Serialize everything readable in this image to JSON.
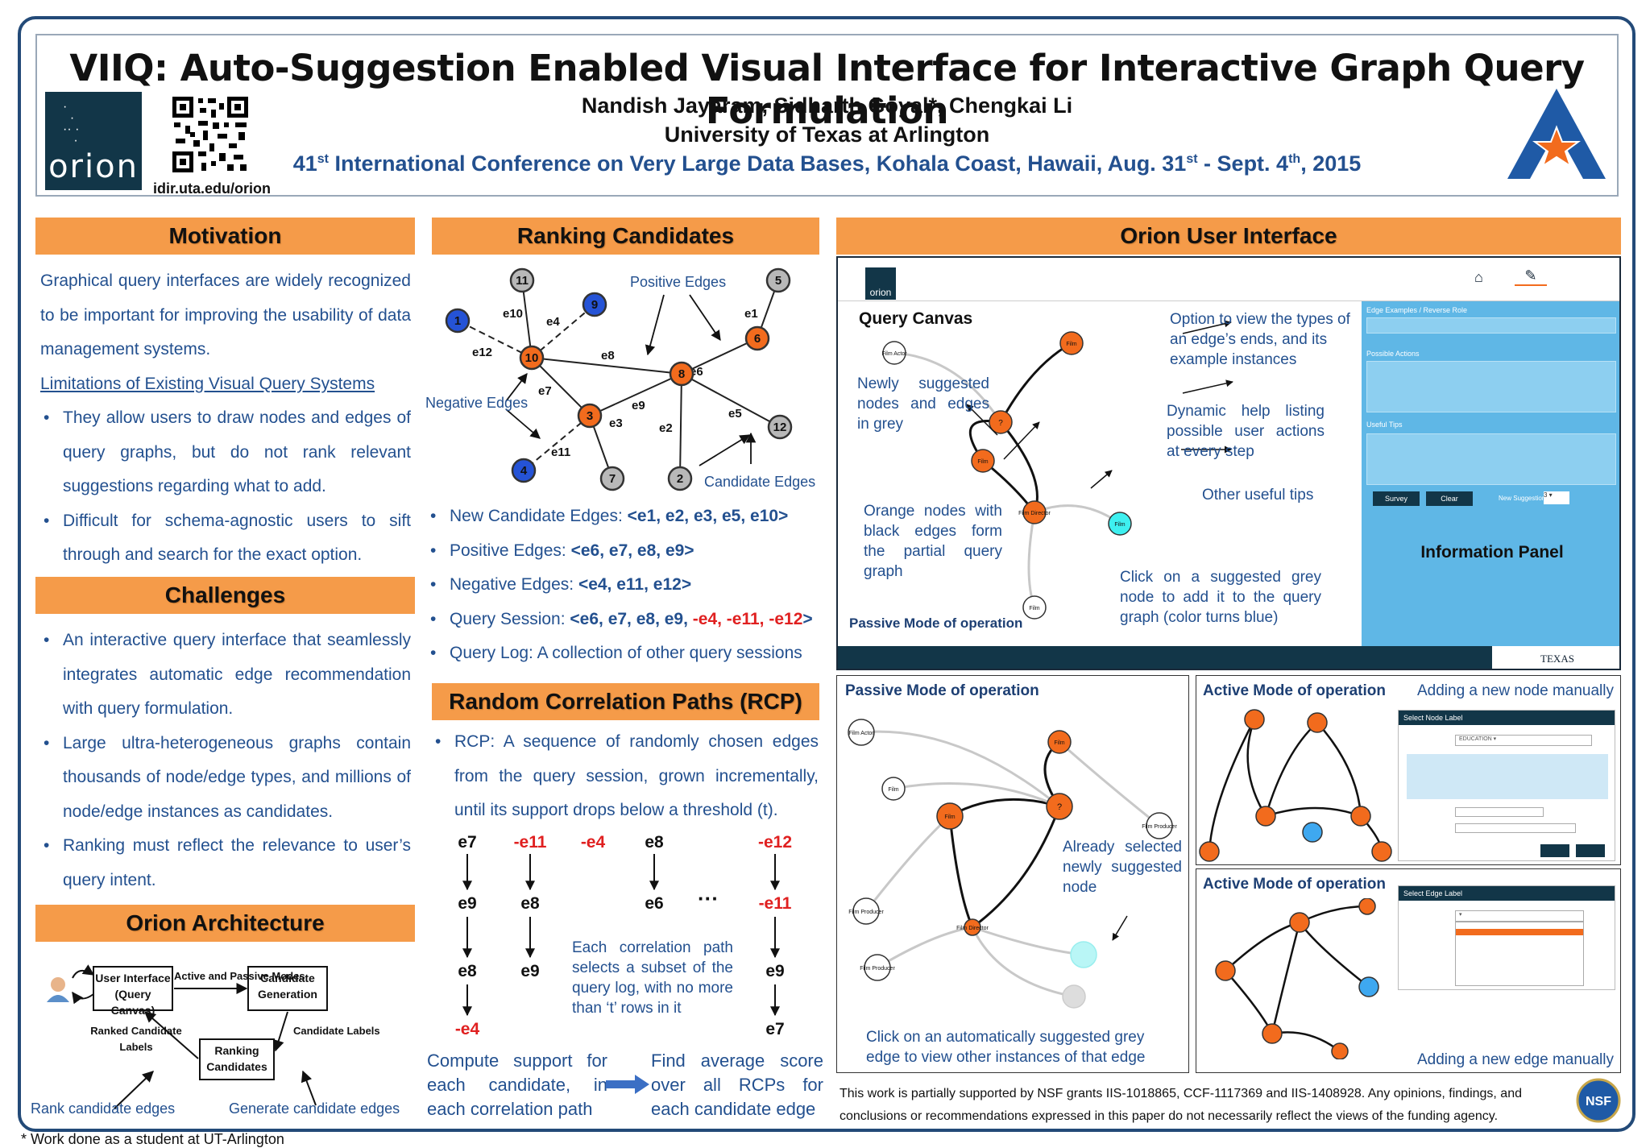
{
  "header": {
    "title": "VIIQ: Auto-Suggestion Enabled Visual Interface for Interactive Graph Query Formulation",
    "authors": "Nandish Jayaram, Sidharth Goyal*, Chengkai Li",
    "affiliation": "University of Texas at Arlington",
    "conference_pre": "41",
    "conference_sup1": "st",
    "conference_mid": " International Conference on Very Large Data Bases, Kohala Coast, Hawaii, Aug. 31",
    "conference_sup2": "st",
    "conference_mid2": " - Sept. 4",
    "conference_sup3": "th",
    "conference_post": ", 2015",
    "logo_text": "orion",
    "qr_url": "idir.uta.edu/orion"
  },
  "motivation": {
    "heading": "Motivation",
    "intro": "Graphical query interfaces are widely recognized to be important for improving the usability of data management systems.",
    "subheading": "Limitations of Existing Visual Query Systems",
    "bullets": [
      "They allow users to draw nodes and edges of query graphs, but do not rank relevant suggestions regarding what to add.",
      "Difficult for schema-agnostic users to sift through and search for the exact option."
    ]
  },
  "challenges": {
    "heading": "Challenges",
    "bullets": [
      "An interactive query interface that seamlessly integrates automatic edge recommendation with query formulation.",
      "Large ultra-heterogeneous graphs contain thousands of node/edge types, and millions of node/edge instances as candidates.",
      "Ranking must reflect the relevance to user’s query intent."
    ]
  },
  "architecture": {
    "heading": "Orion Architecture",
    "box1": "User Interface (Query Canvas)",
    "box2": "Candidate Generation",
    "box3": "Ranking Candidates",
    "label_modes": "Active and Passive Modes",
    "label_ranked": "Ranked Candidate Labels",
    "label_candidate": "Candidate Labels",
    "note_left": "Rank candidate edges",
    "note_right": "Generate candidate edges"
  },
  "ranking": {
    "heading": "Ranking Candidates",
    "graph_labels": {
      "positive": "Positive Edges",
      "negative": "Negative Edges",
      "candidate": "Candidate Edges"
    },
    "bullets": [
      {
        "label": "New Candidate Edges: ",
        "value": "<e1, e2, e3, e5, e10>"
      },
      {
        "label": "Positive Edges: ",
        "value": "<e6, e7, e8, e9>"
      },
      {
        "label": "Negative Edges: ",
        "value": "<e4, e11, e12>"
      },
      {
        "label": "Query Log: A collection of other query sessions",
        "value": ""
      }
    ],
    "session_label": "Query Session: ",
    "session_pos": "<e6, e7, e8, e9, ",
    "session_neg": "-e4, -e11, -e12",
    "session_end": ">"
  },
  "rcp": {
    "heading": "Random Correlation Paths (RCP)",
    "definition": "RCP: A sequence of randomly chosen edges from the query session, grown incrementally, until its support drops below a threshold (t).",
    "note": "Each correlation path selects a subset of the query log, with no more than ‘t’ rows in it",
    "compute": "Compute support for each candidate, in each correlation path",
    "find": "Find average score over all RCPs for each candidate edge",
    "ellipsis": "···"
  },
  "orion_ui": {
    "heading": "Orion User Interface",
    "query_canvas": "Query Canvas",
    "passive_mode": "Passive Mode of operation",
    "info_panel": "Information Panel",
    "note_grey": "Newly suggested nodes and edges in grey",
    "note_orange": "Orange nodes with black edges form the partial query graph",
    "note_option": "Option to view the types of an edge’s ends, and its example instances",
    "note_dynamic": "Dynamic help listing possible user actions at every step",
    "note_tips": "Other useful tips",
    "note_click": "Click on a suggested grey node to add it to the query graph (color turns blue)",
    "info_h1": "Edge Examples / Reverse Role",
    "info_h2": "Possible Actions",
    "info_h3": "Useful Tips",
    "btn_survey": "Survey",
    "btn_clear": "Clear",
    "new_suggestions": "New Suggestions",
    "uta_footer": "TEXAS"
  },
  "passive_panel": {
    "title": "Passive Mode of operation",
    "note_already": "Already selected newly suggested node",
    "note_click": "Click on an automatically suggested grey edge to view other instances of that edge"
  },
  "active_node": {
    "title": "Active Mode of operation",
    "subtitle": "Adding a new node manually",
    "dialog_title": "Select Node Label"
  },
  "active_edge": {
    "title": "Active Mode of operation",
    "subtitle": "Adding a new edge manually",
    "dialog_title": "Select Edge Label"
  },
  "footer": {
    "funding": "This work is partially supported by NSF grants IIS-1018865, CCF-1117369 and IIS-1408928. Any opinions, findings, and conclusions or recommendations expressed in this paper do not necessarily reflect the views of the funding agency.",
    "nsf": "NSF",
    "footnote": "* Work done as a student at UT-Arlington"
  },
  "colors": {
    "orange": "#f59b49",
    "navy": "#23508f",
    "node_orange": "#f26b1d",
    "node_blue": "#2553d6",
    "node_grey": "#b8b8b8",
    "info_blue": "#5fb7e6"
  }
}
